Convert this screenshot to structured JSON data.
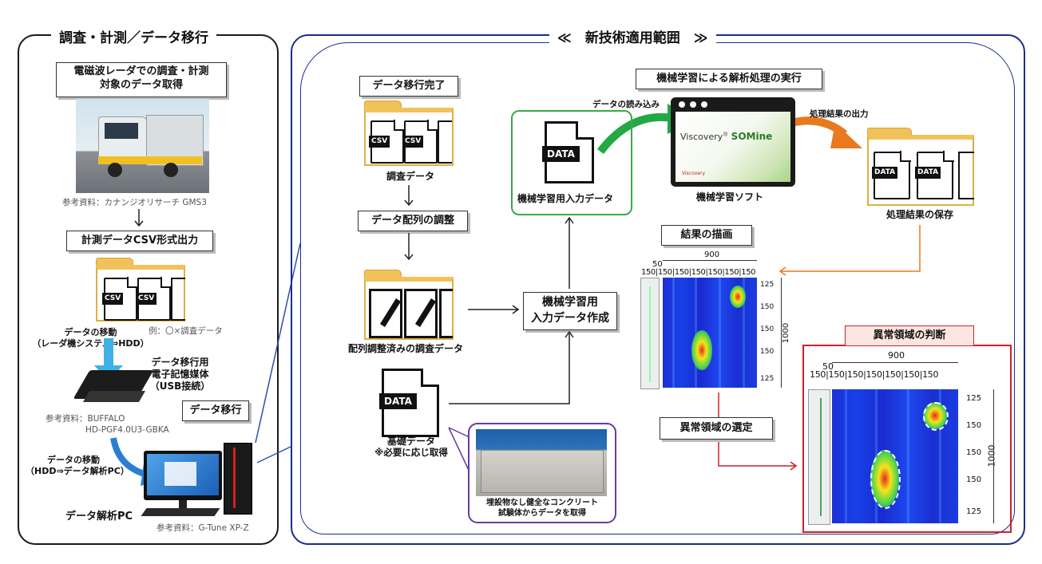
{
  "left_panel": {
    "title": "調査・計測／データ移行",
    "survey_box": [
      "電磁波レーダでの調査・計測",
      "対象のデータ取得"
    ],
    "truck_ref": "参考資料：カナンジオリサーチ GMS3",
    "csv_box": "計測データCSV形式出力",
    "csv_tag": "CSV",
    "csv_example": "例：〇×調査データ",
    "move1": [
      "データの移動",
      "（レーダ機システム⇒HDD）"
    ],
    "media": [
      "データ移行用",
      "電子記憶媒体",
      "（USB接続）"
    ],
    "hdd_ref": [
      "参考資料：BUFFALO",
      "HD-PGF4.0U3-GBKA"
    ],
    "migrate_box": "データ移行",
    "move2": [
      "データの移動",
      "（HDD⇒データ解析PC）"
    ],
    "pc_label": "データ解析PC",
    "pc_ref": "参考資料：G-Tune XP-Z"
  },
  "right_panel": {
    "title": "≪　新技術適用範囲　≫",
    "migration_done": "データ移行完了",
    "survey_data": "調査データ",
    "adjust_box": "データ配列の調整",
    "adjusted_data": "配列調整済みの調査データ",
    "ml_input_create": [
      "機械学習用",
      "入力データ作成"
    ],
    "data_tag": "DATA",
    "base_data": [
      "基礎データ",
      "※必要に応じ取得"
    ],
    "photo_caption": [
      "埋設物なし健全なコンクリート",
      "試験体からデータを取得"
    ],
    "ml_input": "機械学習用入力データ",
    "read_data": "データの読み込み",
    "ml_exec_box": "機械学習による解析処理の実行",
    "software_brand": "Viscovery",
    "software_product": "SOMine",
    "software_small": "Viscovery",
    "ml_software": "機械学習ソフト",
    "output_label": "処理結果の出力",
    "save_label": "処理結果の保存",
    "draw_box": "結果の描画",
    "select_box": "異常領域の選定",
    "judge_box": "異常領域の判断"
  },
  "dims": {
    "width_total": "900",
    "col": "150",
    "offset": "50",
    "depth_total": "1000",
    "row_first": "125",
    "row": "150",
    "row_last": "125"
  },
  "colors": {
    "panel_border_left": "#1a1a1a",
    "panel_border_right": "#1b2e86",
    "green_frame": "#3aa84a",
    "purple_frame": "#6a3aa0",
    "red_frame": "#d0202a",
    "orange_arrow": "#e8791f",
    "green_arrow": "#22a845",
    "blue_arrow": "#2a7fd4"
  }
}
